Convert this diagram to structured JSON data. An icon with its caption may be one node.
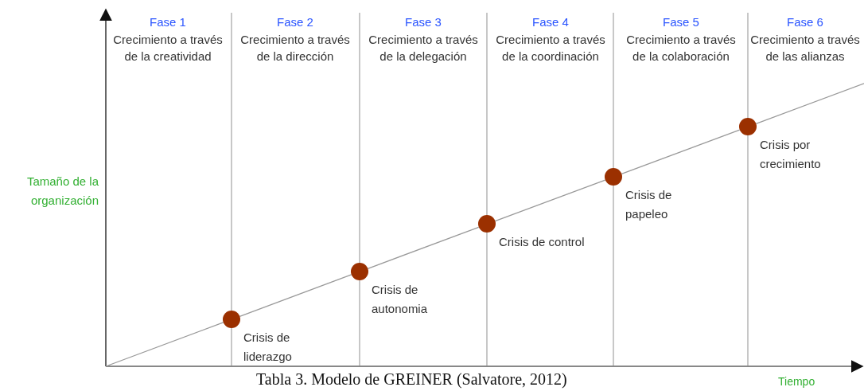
{
  "diagram": {
    "caption": "Tabla 3. Modelo de GREINER (Salvatore, 2012)",
    "nodes": [
      {
        "text": [],
        "shape": "circle",
        "beside": [
          "Crisis de liderazgo"
        ]
      },
      {
        "text": [],
        "shape": "circle",
        "beside": [
          "Crisis de autonomia"
        ]
      },
      {
        "text": [],
        "shape": "circle",
        "beside": [
          "Crisis de control"
        ]
      },
      {
        "text": [],
        "shape": "circle",
        "beside": [
          "Crisis de papeleo"
        ]
      },
      {
        "text": [],
        "shape": "circle",
        "beside": [
          "Crisis por crecimiento"
        ]
      }
    ],
    "edges": [
      {
        "from": null,
        "to": 0,
        "arrow": "none"
      },
      {
        "from": 0,
        "to": 1,
        "arrow": "none"
      },
      {
        "from": 1,
        "to": 2,
        "arrow": "none"
      },
      {
        "from": 2,
        "to": 3,
        "arrow": "none"
      },
      {
        "from": 3,
        "to": 4,
        "arrow": "none"
      },
      {
        "from": 4,
        "to": null,
        "arrow": "none"
      }
    ],
    "labels": [
      "Fase 1",
      "Crecimiento a través de la creatividad",
      "Fase 2",
      "Crecimiento a través de la dirección",
      "Fase 3",
      "Crecimiento a través de la delegación",
      "Fase 4",
      "Crecimiento a través de la coordinación",
      "Fase 5",
      "Crecimiento a través de la colaboración",
      "Fase 6",
      "Crecimiento a través de las alianzas",
      "Tamaño de la organización",
      "Tiempo"
    ]
  }
}
